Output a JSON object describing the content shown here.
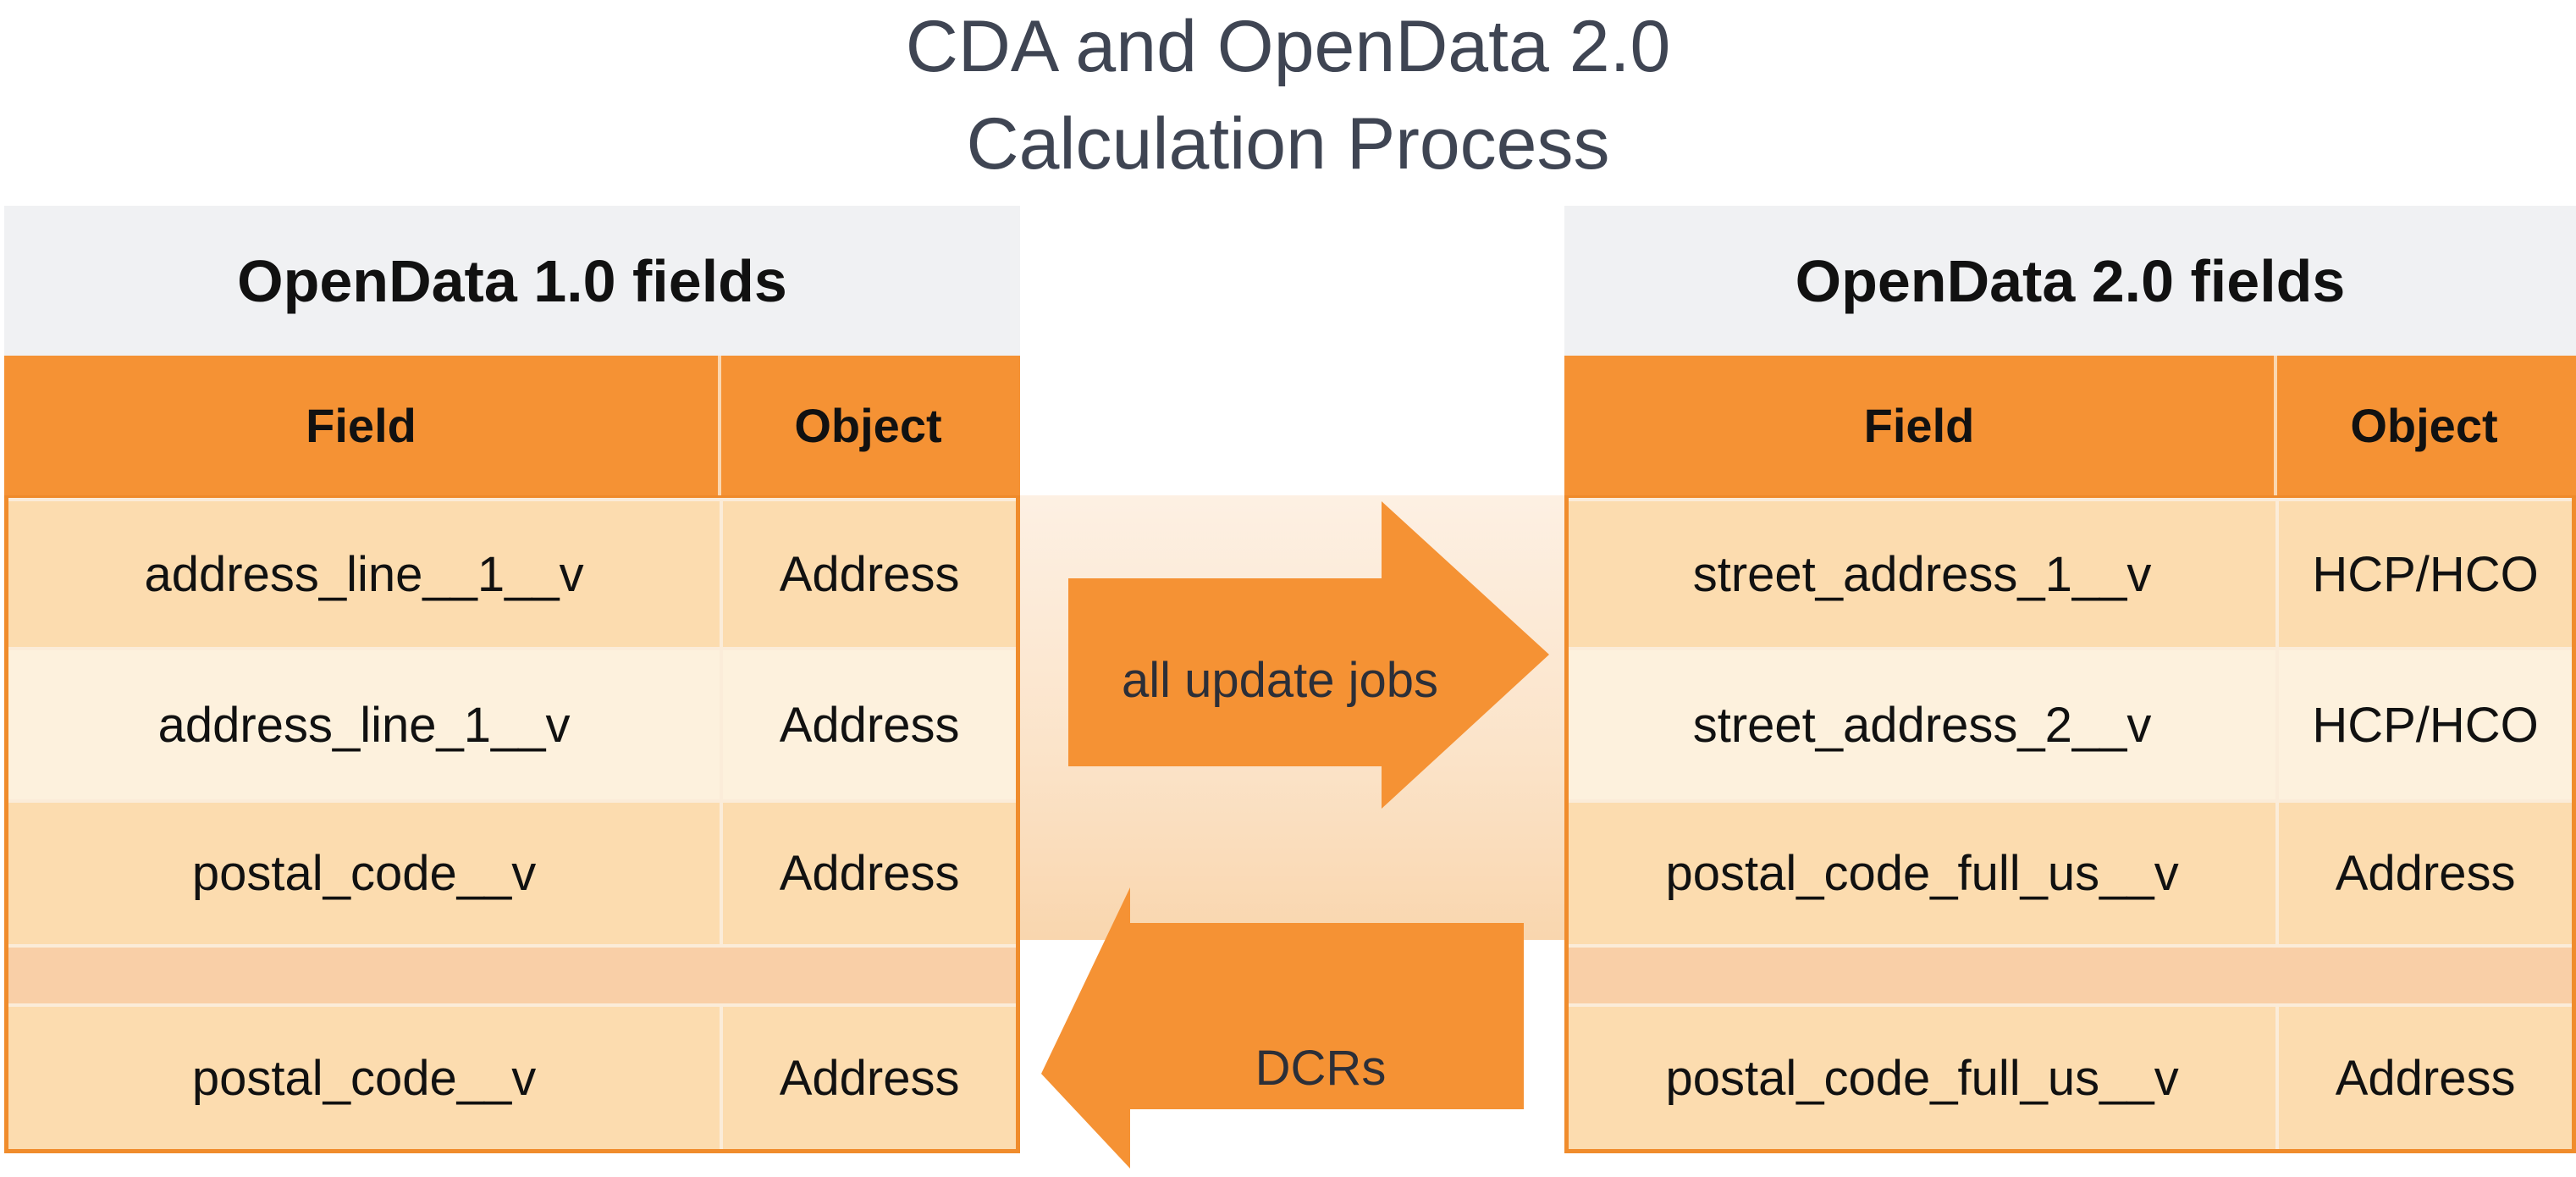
{
  "title": {
    "line1": "CDA and OpenData 2.0",
    "line2": "Calculation Process"
  },
  "colors": {
    "accent_orange": "#f59234",
    "row_light": "#fdf1dd",
    "row_mid": "#fcdcaf",
    "header_gray": "#f0f1f3",
    "title_text": "#3f4553"
  },
  "left_table": {
    "title": "OpenData 1.0 fields",
    "columns": [
      "Field",
      "Object"
    ],
    "rows": [
      {
        "field": "address_line__1__v",
        "object": "Address"
      },
      {
        "field": "address_line_1__v",
        "object": "Address"
      },
      {
        "field": "postal_code__v",
        "object": "Address"
      },
      {
        "field": "",
        "object": ""
      },
      {
        "field": "postal_code__v",
        "object": "Address"
      }
    ]
  },
  "right_table": {
    "title": "OpenData 2.0 fields",
    "columns": [
      "Field",
      "Object"
    ],
    "rows": [
      {
        "field": "street_address_1__v",
        "object": "HCP/HCO"
      },
      {
        "field": "street_address_2__v",
        "object": "HCP/HCO"
      },
      {
        "field": "postal_code_full_us__v",
        "object": "Address"
      },
      {
        "field": "",
        "object": ""
      },
      {
        "field": "postal_code_full_us__v",
        "object": "Address"
      }
    ]
  },
  "arrows": {
    "forward": {
      "label": "all update jobs",
      "direction": "right"
    },
    "backward": {
      "label": "DCRs",
      "direction": "left"
    }
  }
}
